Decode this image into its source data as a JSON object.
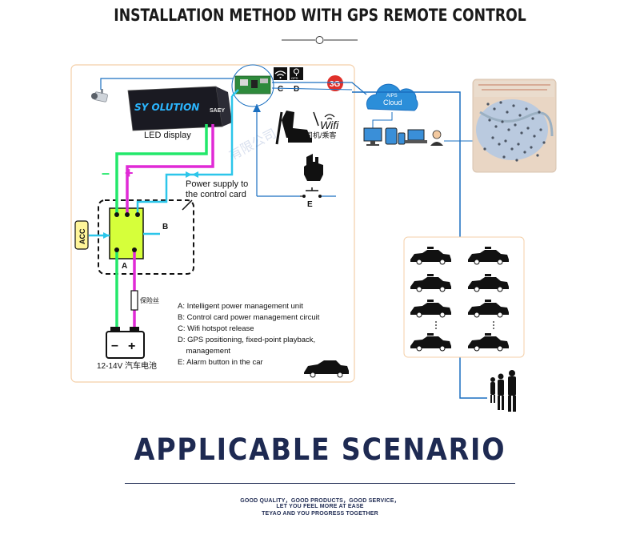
{
  "header": {
    "title": "INSTALLATION METHOD WITH GPS REMOTE CONTROL"
  },
  "diagram": {
    "brand_display_text": "SY  OLUTION",
    "display_side_text": "SAEY",
    "led_display_label": "LED display",
    "power_supply_label_line1": "Power supply to",
    "power_supply_label_line2": "the control card",
    "minus_sign": "–",
    "plus_sign": "+",
    "unit_a_label": "A",
    "unit_b_label": "B",
    "acc_label": "ACC",
    "fuse_label": "保险丝",
    "battery_label": "12-14V 汽车电池",
    "battery_minus": "–",
    "battery_plus": "+",
    "card_c_label": "C",
    "card_d_label": "D",
    "gps_icon_text": "GPS",
    "badge_3g": "3G",
    "wifi_label": "Wifi",
    "driver_label": "司机/乘客",
    "alarm_e_label": "E",
    "cloud_top_text": "AIPS",
    "cloud_label": "Cloud",
    "watermark": "有限公司"
  },
  "legend": {
    "items": [
      "A: Intelligent power management unit",
      "B: Control card power management circuit",
      "C: Wifi hotspot release",
      "D: GPS positioning, fixed-point playback,",
      "    management",
      "E: Alarm button in the car"
    ]
  },
  "scenario": {
    "heading": "APPLICABLE  SCENARIO"
  },
  "footer": {
    "slogan_1": "GOOD QUALITY，GOOD PRODUCTS，GOOD SERVICE，",
    "slogan_2": "LET YOU FEEL MORE AT EASE",
    "slogan_3": "TEYAO AND YOU PROGRESS TOGETHER"
  },
  "colors": {
    "wire_green": "#22e86a",
    "wire_magenta": "#e02ad6",
    "wire_cyan": "#2cc6ea",
    "wire_blue": "#1a6fc0",
    "unit_fill": "#d6ff3a",
    "panel_border": "#f4cfa8",
    "title_navy": "#1e2a52",
    "badge_red": "#e0302a"
  }
}
